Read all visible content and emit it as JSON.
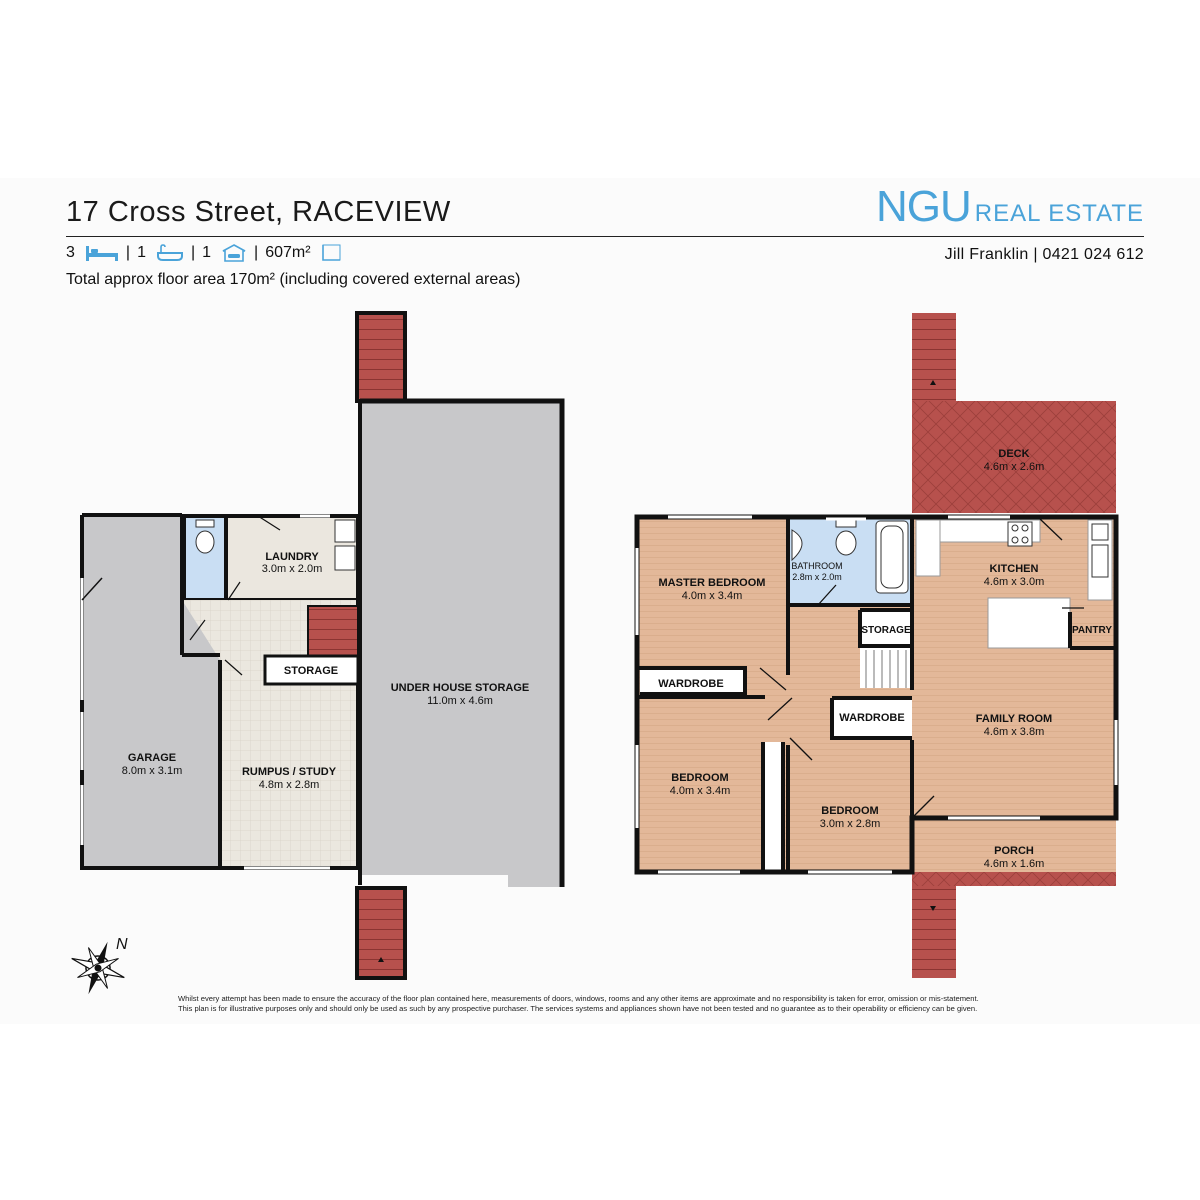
{
  "header": {
    "address": "17 Cross Street, RACEVIEW",
    "logo_main": "NGU",
    "logo_sub": "REAL ESTATE",
    "agent": "Jill Franklin | 0421 024 612",
    "beds": "3",
    "baths": "1",
    "cars": "1",
    "land": "607m²",
    "separator": "|",
    "area_note": "Total approx floor area 170m² (including covered external areas)"
  },
  "rooms": {
    "laundry": {
      "name": "LAUNDRY",
      "dims": "3.0m x 2.0m"
    },
    "storage_lower": {
      "name": "STORAGE"
    },
    "under_house": {
      "name": "UNDER HOUSE STORAGE",
      "dims": "11.0m x 4.6m"
    },
    "garage": {
      "name": "GARAGE",
      "dims": "8.0m x 3.1m"
    },
    "rumpus": {
      "name": "RUMPUS / STUDY",
      "dims": "4.8m x 2.8m"
    },
    "deck": {
      "name": "DECK",
      "dims": "4.6m x 2.6m"
    },
    "master": {
      "name": "MASTER BEDROOM",
      "dims": "4.0m x 3.4m"
    },
    "bathroom": {
      "name": "BATHROOM",
      "dims": "2.8m x 2.0m"
    },
    "kitchen": {
      "name": "KITCHEN",
      "dims": "4.6m x 3.0m"
    },
    "storage_upper": {
      "name": "STORAGE"
    },
    "pantry": {
      "name": "PANTRY"
    },
    "wardrobe_1": {
      "name": "WARDROBE"
    },
    "wardrobe_2": {
      "name": "WARDROBE"
    },
    "family": {
      "name": "FAMILY ROOM",
      "dims": "4.6m x 3.8m"
    },
    "bedroom_2": {
      "name": "BEDROOM",
      "dims": "4.0m x 3.4m"
    },
    "bedroom_3": {
      "name": "BEDROOM",
      "dims": "3.0m x 2.8m"
    },
    "porch": {
      "name": "PORCH",
      "dims": "4.6m x 1.6m"
    }
  },
  "compass": {
    "label": "N"
  },
  "disclaimer": {
    "line1": "Whilst every attempt has been made to ensure the accuracy of the floor plan contained here, measurements of doors, windows, rooms and any other items are approximate and no responsibility is taken for error, omission or mis-statement.",
    "line2": "This plan is for illustrative purposes only and should only be used as such by any prospective purchaser. The services systems and appliances shown have not been tested and no guarantee as to their operability or efficiency can be given."
  },
  "colors": {
    "brand": "#4aa3d9",
    "floor_orange": "#e3b899",
    "deck_red": "#b7514d",
    "concrete": "#c8c8ca",
    "tile": "#ebe7df",
    "wet_area": "#c9def3",
    "wall": "#111111"
  }
}
